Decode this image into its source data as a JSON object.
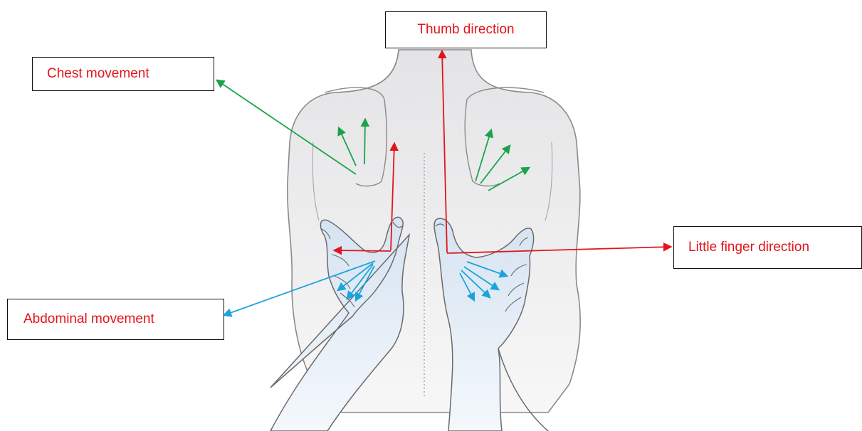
{
  "labels": {
    "thumb": "Thumb direction",
    "chest": "Chest movement",
    "little": "Little finger direction",
    "abdominal": "Abdominal movement"
  },
  "colors": {
    "label_text": "#e3141b",
    "thumb_arrow": "#e3141b",
    "chest_arrow": "#1aa34a",
    "abdominal_arrow": "#1aa3dc",
    "body_outline": "#8a8a8a",
    "hand_fill": "#dbe7f3"
  }
}
